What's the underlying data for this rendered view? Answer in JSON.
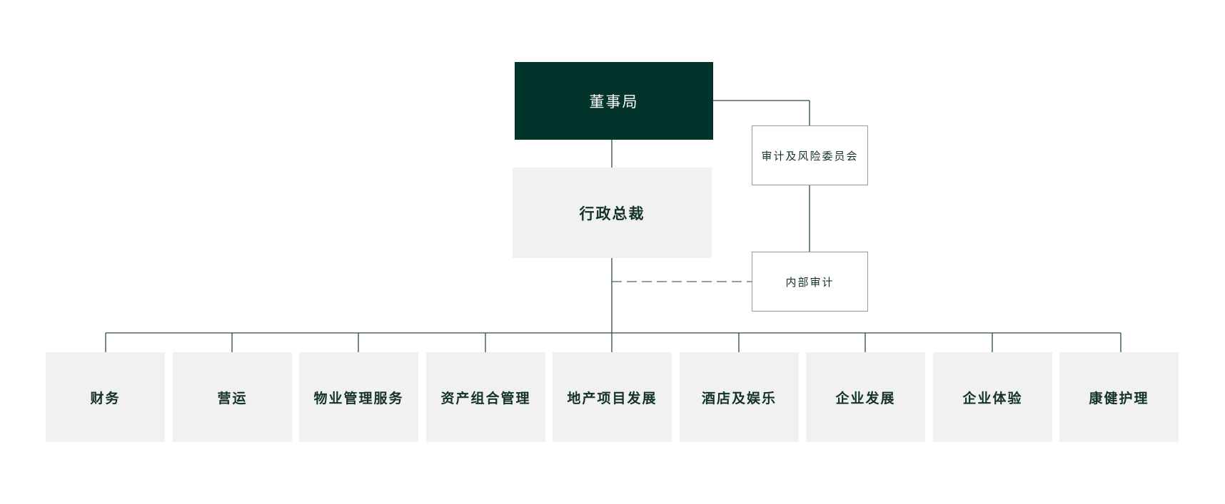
{
  "org_chart": {
    "board": "董事局",
    "ceo": "行政总裁",
    "audit_committee": "审计及风险委员会",
    "internal_audit": "内部审计",
    "departments": [
      "财务",
      "营运",
      "物业管理服务",
      "资产组合管理",
      "地产项目发展",
      "酒店及娱乐",
      "企业发展",
      "企业体验",
      "康健护理"
    ]
  },
  "colors": {
    "board_fill": "#02342b",
    "box_fill": "#f1f1f1",
    "text": "#12322a",
    "connector": "#2d4a42"
  }
}
